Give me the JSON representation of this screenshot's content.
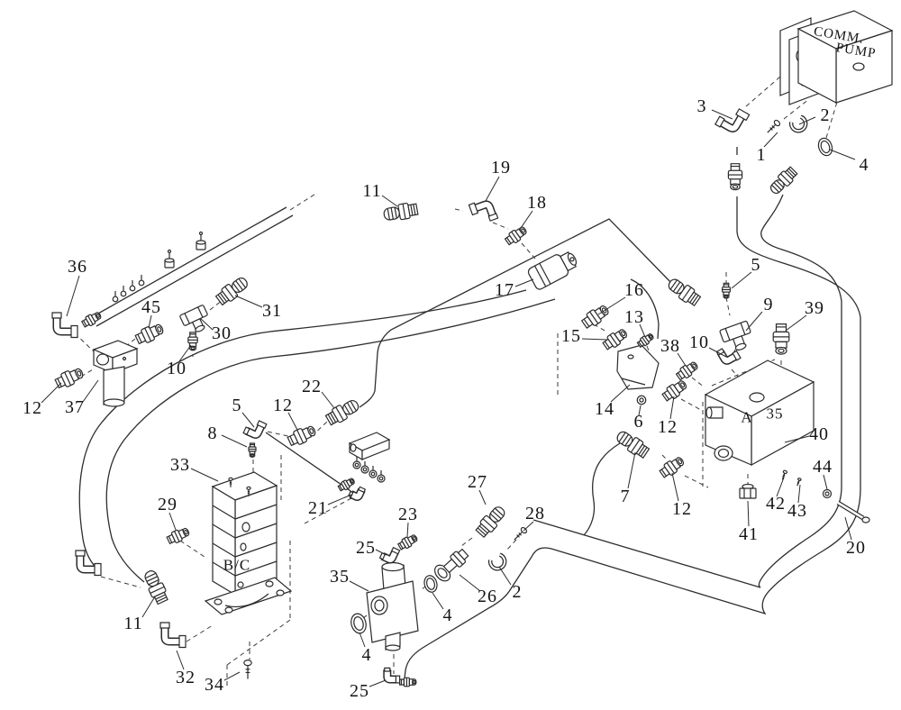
{
  "figure": {
    "type": "parts-exploded-diagram",
    "pump_label": {
      "line1": "COMM.",
      "line2": "PUMP"
    },
    "block_a": {
      "letter": "A",
      "number": "35"
    },
    "block_bc": {
      "label": "B/C"
    }
  },
  "callouts": [
    {
      "label": "1"
    },
    {
      "label": "2"
    },
    {
      "label": "3"
    },
    {
      "label": "4"
    },
    {
      "label": "5"
    },
    {
      "label": "9"
    },
    {
      "label": "39"
    },
    {
      "label": "10"
    },
    {
      "label": "38"
    },
    {
      "label": "13"
    },
    {
      "label": "16"
    },
    {
      "label": "15"
    },
    {
      "label": "14"
    },
    {
      "label": "6"
    },
    {
      "label": "12"
    },
    {
      "label": "7"
    },
    {
      "label": "12"
    },
    {
      "label": "40"
    },
    {
      "label": "41"
    },
    {
      "label": "42"
    },
    {
      "label": "43"
    },
    {
      "label": "44"
    },
    {
      "label": "20"
    },
    {
      "label": "17"
    },
    {
      "label": "11"
    },
    {
      "label": "19"
    },
    {
      "label": "18"
    },
    {
      "label": "36"
    },
    {
      "label": "45"
    },
    {
      "label": "31"
    },
    {
      "label": "30"
    },
    {
      "label": "10"
    },
    {
      "label": "12"
    },
    {
      "label": "37"
    },
    {
      "label": "22"
    },
    {
      "label": "12"
    },
    {
      "label": "5"
    },
    {
      "label": "8"
    },
    {
      "label": "33"
    },
    {
      "label": "29"
    },
    {
      "label": "21"
    },
    {
      "label": "23"
    },
    {
      "label": "25"
    },
    {
      "label": "27"
    },
    {
      "label": "28"
    },
    {
      "label": "26"
    },
    {
      "label": "2"
    },
    {
      "label": "35"
    },
    {
      "label": "4"
    },
    {
      "label": "4"
    },
    {
      "label": "25"
    },
    {
      "label": "11"
    },
    {
      "label": "32"
    },
    {
      "label": "34"
    }
  ]
}
